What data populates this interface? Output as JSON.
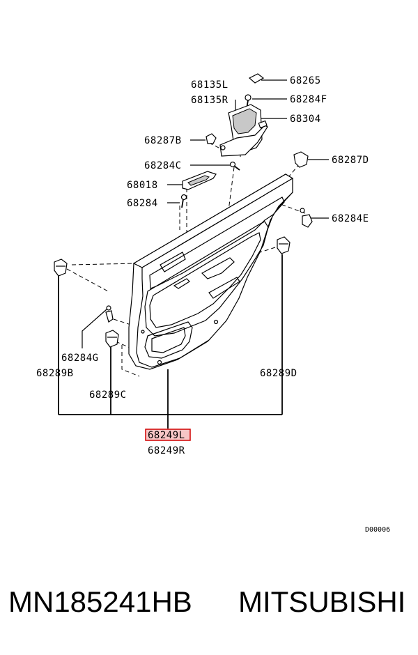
{
  "labels": {
    "p68135L": "68135L",
    "p68135R": "68135R",
    "p68265": "68265",
    "p68284F": "68284F",
    "p68304": "68304",
    "p68287B": "68287B",
    "p68284C": "68284C",
    "p68018": "68018",
    "p68284": "68284",
    "p68287D": "68287D",
    "p68284E": "68284E",
    "p68284G": "68284G",
    "p68289B": "68289B",
    "p68289C": "68289C",
    "p68289D": "68289D",
    "p68249L": "68249L",
    "p68249R": "68249R"
  },
  "diagram_ref": "D00006",
  "footer": {
    "part_number": "MN185241HB",
    "brand": "MITSUBISHI"
  },
  "highlight_color": "#d00000"
}
